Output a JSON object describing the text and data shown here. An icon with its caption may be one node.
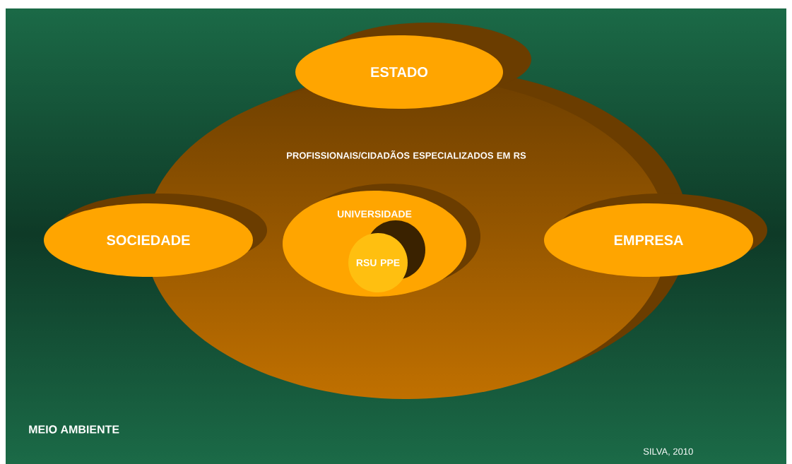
{
  "diagram": {
    "nodes": [
      {
        "text": [
          "PROFISSIONAIS/CIDADÃOS ESPECIALIZADOS EM RS"
        ]
      },
      {
        "text": [
          "ESTADO"
        ]
      },
      {
        "text": [
          "SOCIEDADE"
        ]
      },
      {
        "text": [
          "EMPRESA"
        ]
      },
      {
        "text": [
          "UNIVERSIDADE"
        ],
        "in": 0
      },
      {
        "text": [
          "RSU PPE"
        ],
        "in": 4
      }
    ],
    "labels": [
      "MEIO AMBIENTE",
      "SILVA, 2010"
    ]
  }
}
